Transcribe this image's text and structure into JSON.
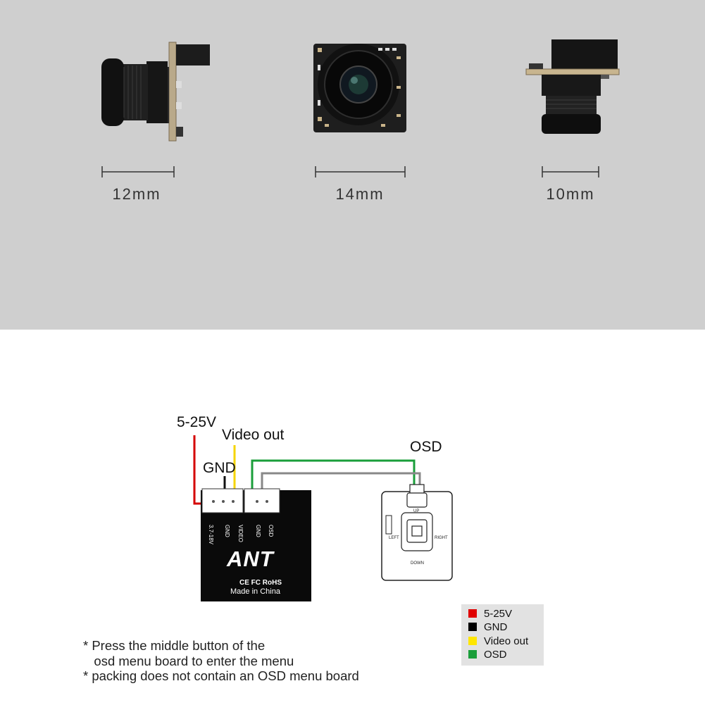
{
  "dimensions": [
    {
      "label": "12mm"
    },
    {
      "label": "14mm"
    },
    {
      "label": "10mm"
    }
  ],
  "diagram": {
    "wires": {
      "power": "5-25V",
      "ground": "GND",
      "video": "Video out",
      "osd": "OSD"
    },
    "camera_pins": [
      "3.7-18V",
      "GND",
      "VIDEO",
      "GND",
      "OSD"
    ],
    "camera_brand": "ANT",
    "camera_certs": "CE FC RoHS",
    "camera_origin": "Made in China",
    "osd_board_labels": {
      "up": "UP",
      "left": "LEFT",
      "right": "RIGHT",
      "down": "DOWN"
    }
  },
  "legend": [
    {
      "label": "5-25V",
      "color": "#e00000"
    },
    {
      "label": "GND",
      "color": "#000000"
    },
    {
      "label": "Video out",
      "color": "#ffe600"
    },
    {
      "label": "OSD",
      "color": "#1a9e3a"
    }
  ],
  "notes": [
    "* Press the middle button of the",
    "   osd menu board to enter the menu",
    "* packing does not contain an OSD menu board"
  ],
  "colors": {
    "top_bg": "#cfcfcf",
    "wire_red": "#d40000",
    "wire_yellow": "#f5d400",
    "wire_green": "#1a9e3a",
    "wire_gray": "#888888"
  }
}
